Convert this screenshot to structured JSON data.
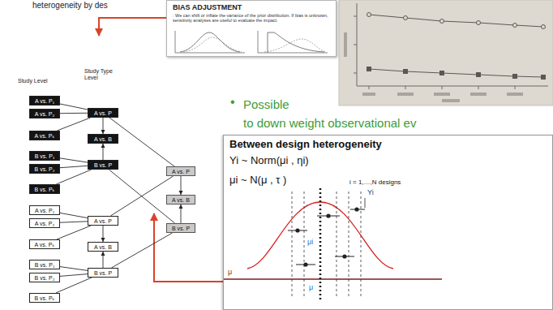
{
  "diagram": {
    "nodes": [
      {
        "text": [
          "BIAS ADJUSTMENT",
          ": We can shift or inflate the variance of the prior distribution. If bias is unknown, sensitivity analyses are useful to evaluate the impact."
        ]
      },
      {
        "text": [
          "A vs. P₁"
        ]
      },
      {
        "text": [
          "A vs. P₂"
        ]
      },
      {
        "text": [
          "A vs. Pₖ"
        ]
      },
      {
        "text": [
          "B vs. P₁"
        ]
      },
      {
        "text": [
          "B vs. P₂"
        ]
      },
      {
        "text": [
          "B vs. Pₖ"
        ]
      },
      {
        "text": [
          "A vs. P₁"
        ]
      },
      {
        "text": [
          "A vs. P₂"
        ]
      },
      {
        "text": [
          "A vs. Pₖ"
        ]
      },
      {
        "text": [
          "B vs. P₁"
        ]
      },
      {
        "text": [
          "B vs. P₂"
        ]
      },
      {
        "text": [
          "B vs. Pₖ"
        ]
      },
      {
        "text": [
          "A vs. P"
        ]
      },
      {
        "text": [
          "A vs. B"
        ]
      },
      {
        "text": [
          "B vs. P"
        ]
      },
      {
        "text": [
          "A vs. P"
        ]
      },
      {
        "text": [
          "A vs. B"
        ]
      },
      {
        "text": [
          "B vs. P"
        ]
      },
      {
        "text": [
          "A vs. P"
        ]
      },
      {
        "text": [
          "A vs. B"
        ]
      },
      {
        "text": [
          "B vs. P"
        ]
      },
      {
        "text": [
          "Between design heterogeneity",
          "Yi ~ Norm(μi , ηi)",
          "μi ~ N(μ , τ )",
          "i = 1,…,N designs"
        ]
      }
    ],
    "edges": [
      {
        "from": 1,
        "to": 13,
        "arrow": "none"
      },
      {
        "from": 2,
        "to": 13,
        "arrow": "none"
      },
      {
        "from": 3,
        "to": 13,
        "arrow": "none"
      },
      {
        "from": 4,
        "to": 15,
        "arrow": "none"
      },
      {
        "from": 5,
        "to": 15,
        "arrow": "none"
      },
      {
        "from": 6,
        "to": 15,
        "arrow": "none"
      },
      {
        "from": 7,
        "to": 16,
        "arrow": "none"
      },
      {
        "from": 8,
        "to": 16,
        "arrow": "none"
      },
      {
        "from": 9,
        "to": 16,
        "arrow": "none"
      },
      {
        "from": 10,
        "to": 18,
        "arrow": "none"
      },
      {
        "from": 11,
        "to": 18,
        "arrow": "none"
      },
      {
        "from": 12,
        "to": 18,
        "arrow": "none"
      },
      {
        "from": 13,
        "to": 14,
        "arrow": "to"
      },
      {
        "from": 15,
        "to": 14,
        "arrow": "to"
      },
      {
        "from": 16,
        "to": 17,
        "arrow": "to"
      },
      {
        "from": 18,
        "to": 17,
        "arrow": "to"
      },
      {
        "from": 13,
        "to": 19,
        "arrow": "none"
      },
      {
        "from": 16,
        "to": 19,
        "arrow": "none"
      },
      {
        "from": 15,
        "to": 21,
        "arrow": "none"
      },
      {
        "from": 18,
        "to": 21,
        "arrow": "none"
      },
      {
        "from": 19,
        "to": 20,
        "arrow": "to"
      },
      {
        "from": 21,
        "to": 20,
        "arrow": "to"
      }
    ],
    "labels": [
      "heterogeneity by des",
      "Study Level",
      "Study Type Level",
      "•",
      "Possible",
      "to down weight observational ev",
      "Yi",
      "μi",
      "μ",
      "μ"
    ]
  }
}
